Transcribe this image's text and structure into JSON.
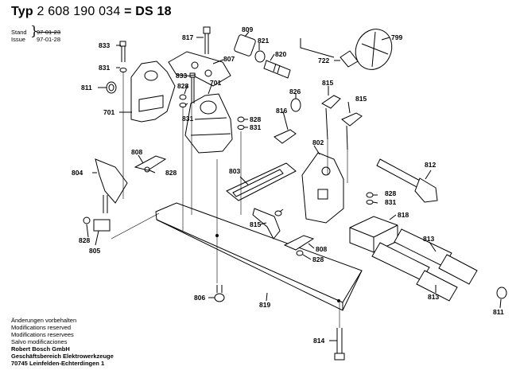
{
  "header": {
    "prefix": "Typ",
    "number": "2 608 190 034",
    "model": "= DS 18"
  },
  "meta": {
    "stand_label": "Stand",
    "issue_label": "Issue",
    "date_old": "97-01-23",
    "date_new": "97-01-28"
  },
  "footer": {
    "lines": [
      "Änderungen vorbehalten",
      "Modifications reserved",
      "Modifications reservees",
      "Salvo modificaciones"
    ],
    "company": "Robert Bosch GmbH",
    "division": "Geschäftsbereich Elektrowerkzeuge",
    "address": "70745 Leinfelden-Echterdingen 1"
  },
  "part_labels": {
    "p817": "817",
    "p809": "809",
    "p821": "821",
    "p820": "820",
    "p799": "799",
    "p833a": "833",
    "p831a": "831",
    "p807": "807",
    "p722": "722",
    "p811a": "811",
    "p701a": "701",
    "p828a": "828",
    "p833b": "833",
    "p701b": "701",
    "p831b": "831",
    "p826": "826",
    "p815a": "815",
    "p815b": "815",
    "p816": "816",
    "p828b": "828",
    "p831c": "831",
    "p802": "802",
    "p808a": "808",
    "p828c": "828",
    "p804": "804",
    "p803": "803",
    "p812": "812",
    "p828d": "828",
    "p831d": "831",
    "p818": "818",
    "p815c": "815",
    "p828e": "828",
    "p805": "805",
    "p808b": "808",
    "p828f": "828",
    "p813a": "813",
    "p813b": "813",
    "p806": "806",
    "p819": "819",
    "p811b": "811",
    "p814": "814"
  }
}
